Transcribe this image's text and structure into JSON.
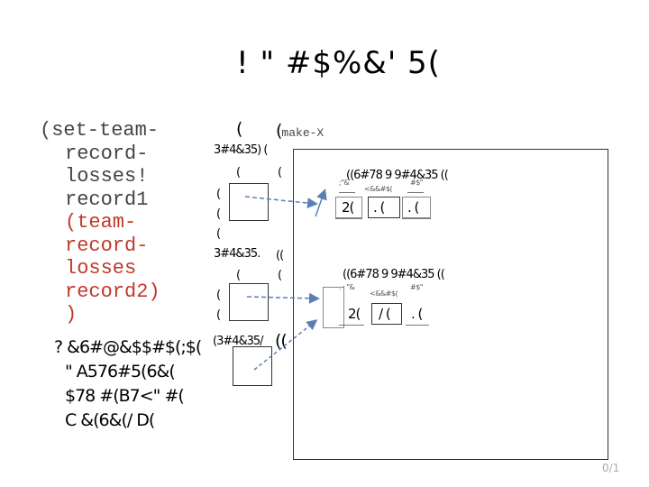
{
  "slide": {
    "title": "! \" #$%&'  5(",
    "page_number": "0/1"
  },
  "code": {
    "lines": [
      {
        "text": "(set-team-",
        "color": "#444444"
      },
      {
        "text": "  record-",
        "color": "#444444"
      },
      {
        "text": "  losses!",
        "color": "#444444"
      },
      {
        "text": "  record1",
        "color": "#444444"
      },
      {
        "text": "  (team-",
        "color": "#c0392b"
      },
      {
        "text": "  record-",
        "color": "#c0392b"
      },
      {
        "text": "  losses",
        "color": "#c0392b"
      },
      {
        "text": "  record2)",
        "color": "#c0392b"
      },
      {
        "text": "  )",
        "color": "#c0392b"
      }
    ]
  },
  "notes": {
    "lines": [
      "? &6#@&$$#$(;$(",
      "\" A576#5(6&(",
      "$78 #(B7<\" #(",
      "C &(6&(/ D("
    ]
  },
  "env": {
    "col_header_1": "(",
    "col_header_2": "(",
    "col_header_2_mono": "make-X",
    "row_label_1": "3#4&35) (",
    "sub_1a": "(",
    "sub_1b": "(",
    "left_marks_1": [
      "(",
      "(",
      "("
    ],
    "row_label_2": "3#4&35.",
    "row_label_2b": "((",
    "sub_2a": "(",
    "sub_2b": "(",
    "left_marks_2": [
      "(",
      "("
    ],
    "row_label_3": "(3#4&35/",
    "row_label_3b": "(("
  },
  "record1": {
    "header": "((6#78 9 9#4&35 ((",
    "field_labels": [
      ";\"&",
      "<&&#$(",
      "#$\""
    ],
    "values": [
      "2(",
      ". (",
      ". ("
    ]
  },
  "record2": {
    "header": "((6#78 9 9#4&35 ((",
    "field_labels": [
      ". ; \"&",
      "<&&#$(",
      "#$\""
    ],
    "values": [
      "2(",
      "/ (",
      ". ("
    ]
  },
  "colors": {
    "frame": "#333333",
    "arrow": "#5b7fb5",
    "red_code": "#c0392b",
    "gray_code": "#444444"
  }
}
